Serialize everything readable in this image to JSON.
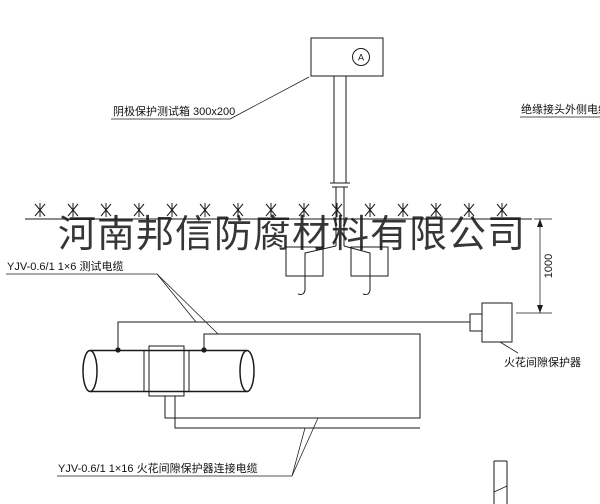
{
  "colors": {
    "line": "#1a1a1a",
    "watermark": "#141414",
    "background": "#ffffff"
  },
  "watermark": {
    "text": "河南邦信防腐材料有限公司"
  },
  "test_box": {
    "label": "阴极保护测试箱 300x200",
    "meter": "A"
  },
  "cables": {
    "test_cable_label": "YJV-0.6/1 1×6  测试电缆",
    "protector_cable_label": "YJV-0.6/1 1×16  火花间隙保护器连接电缆",
    "outer_cable_label": "绝缘接头外侧电缆"
  },
  "protector": {
    "label": "火花间隙保护器"
  },
  "dimension": {
    "value": "1000"
  }
}
